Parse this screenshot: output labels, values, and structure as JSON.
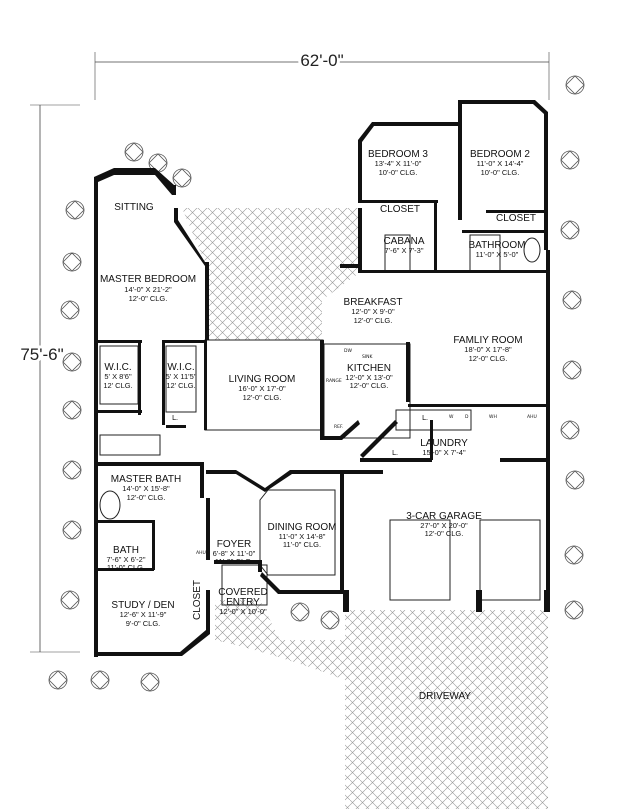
{
  "dimensions": {
    "width_label": "62'-0\"",
    "depth_label": "75'-6\""
  },
  "rooms": {
    "sitting": {
      "name": "SITTING"
    },
    "master_bedroom": {
      "name": "MASTER BEDROOM",
      "size": "14'-0\" X 21'-2\"",
      "ceiling": "12'-0\" CLG."
    },
    "wic_left": {
      "name": "W.I.C.",
      "size": "5' X 8'6\"",
      "ceiling": "12' CLG."
    },
    "wic_right": {
      "name": "W.I.C.",
      "size": "5' X 11'5\"",
      "ceiling": "12' CLG."
    },
    "master_bath": {
      "name": "MASTER BATH",
      "size": "14'-0\" X 15'-8\"",
      "ceiling": "12'-0\" CLG."
    },
    "bath": {
      "name": "BATH",
      "size": "7'-6\" X 6'-2\"",
      "ceiling": "11'-0\" CLG."
    },
    "study": {
      "name": "STUDY / DEN",
      "size": "12'-6\" X 11'-9\"",
      "ceiling": "9'-0\" CLG."
    },
    "closet_foyer": {
      "name": "CLOSET"
    },
    "foyer": {
      "name": "FOYER",
      "size": "6'-8\" X 11'-0\"",
      "ceiling": "11'-0\" CLG."
    },
    "covered_entry": {
      "name_line1": "COVERED",
      "name_line2": "ENTRY",
      "size": "12'-0\" X 10'-0\""
    },
    "living_room": {
      "name": "LIVING ROOM",
      "size": "16'-0\" X 17'-0\"",
      "ceiling": "12'-0\" CLG."
    },
    "dining_room": {
      "name": "DINING ROOM",
      "size": "11'-0\" X 14'-8\"",
      "ceiling": "11'-0\" CLG."
    },
    "kitchen": {
      "name": "KITCHEN",
      "size": "12'-0\" X 13'-0\"",
      "ceiling": "12'-0\" CLG."
    },
    "breakfast": {
      "name": "BREAKFAST",
      "size": "12'-0\" X 9'-0\"",
      "ceiling": "12'-0\" CLG."
    },
    "family_room": {
      "name": "FAMLIY ROOM",
      "size": "18'-0\" X 17'-8\"",
      "ceiling": "12'-0\" CLG."
    },
    "laundry": {
      "name": "LAUNDRY",
      "size": "15'-0\" X 7'-4\""
    },
    "garage": {
      "name": "3-CAR GARAGE",
      "size": "27'-0\" X 20'-0\"",
      "ceiling": "12'-0\" CLG."
    },
    "driveway": {
      "name": "DRIVEWAY"
    },
    "bedroom3": {
      "name": "BEDROOM 3",
      "size": "13'-4\" X 11'-0\"",
      "ceiling": "10'-0\" CLG."
    },
    "bedroom2": {
      "name": "BEDROOM 2",
      "size": "11'-0\" X 14'-4\"",
      "ceiling": "10'-0\" CLG."
    },
    "closet_b3": {
      "name": "CLOSET"
    },
    "closet_b2": {
      "name": "CLOSET"
    },
    "cabana": {
      "name": "CABANA",
      "size": "7'-6\" X 7'-3\""
    },
    "bathroom": {
      "name": "BATHROOM",
      "size": "11'-0\" X 5'-0\""
    }
  },
  "fixtures": {
    "linen_a": "L.",
    "linen_b": "L.",
    "linen_c": "L.",
    "ahu_foyer": "AHU",
    "ahu_laundry": "AHU",
    "dw": "DW",
    "sink": "SINK",
    "range": "RANGE",
    "ref": "REF.",
    "w": "W",
    "d": "D",
    "wh": "WH"
  }
}
